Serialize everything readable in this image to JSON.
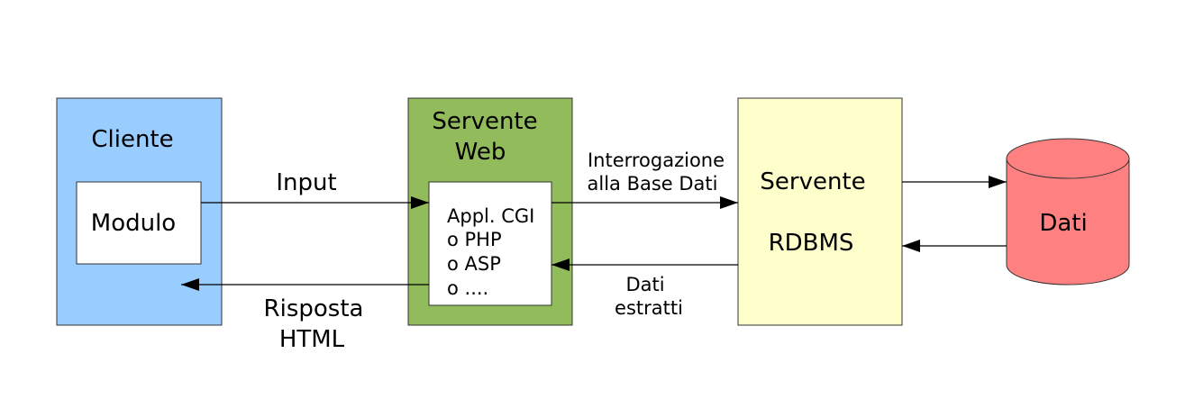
{
  "client": {
    "title": "Cliente",
    "form_label": "Modulo",
    "fill": "#99ccff"
  },
  "web_server": {
    "title_line1": "Servente",
    "title_line2": "Web",
    "app_lines": [
      "Appl. CGI",
      "o PHP",
      "o ASP",
      "o ...."
    ],
    "fill": "#92bb5c"
  },
  "rdbms": {
    "title_line1": "Servente",
    "title_line2": "RDBMS",
    "fill": "#ffffcc"
  },
  "database": {
    "label": "Dati",
    "fill": "#ff8080"
  },
  "flows": {
    "input": "Input",
    "response_line1": "Risposta",
    "response_line2": "HTML",
    "query_line1": "Interrogazione",
    "query_line2": "alla Base Dati",
    "extracted_line1": "Dati",
    "extracted_line2": "estratti"
  }
}
